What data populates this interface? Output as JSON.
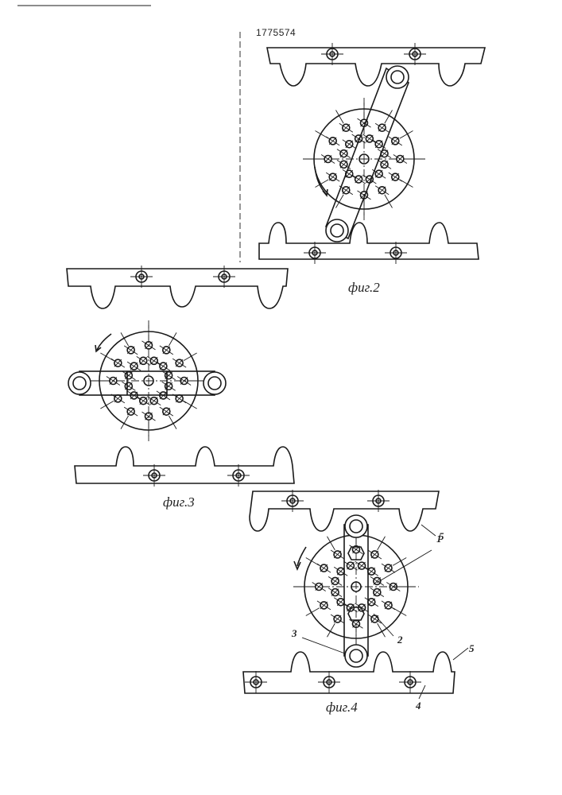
{
  "patent_number": "1775574",
  "figures": [
    {
      "id": "fig2",
      "caption": "фиг.2"
    },
    {
      "id": "fig3",
      "caption": "фиг.3"
    },
    {
      "id": "fig4",
      "caption": "фиг.4"
    }
  ],
  "fig4_labels": [
    "1",
    "2",
    "3",
    "4",
    "5",
    "5"
  ]
}
